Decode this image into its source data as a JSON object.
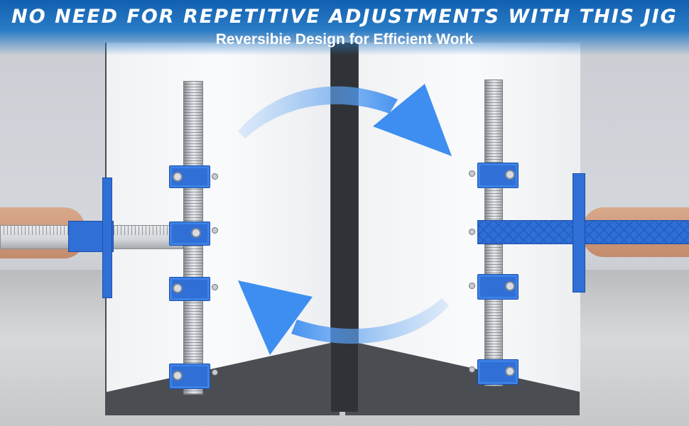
{
  "banner": {
    "headline": "NO NEED FOR REPETITIVE ADJUSTMENTS WITH THIS JIG",
    "subhead": "Reversibie Design for Efficient Work"
  },
  "colors": {
    "banner_blue": "#1160b0",
    "jig_blue": "#2f6fd6",
    "arrow_blue": "#3d8ef0"
  },
  "icons": {
    "arrow_top": "curved-arrow-right",
    "arrow_bottom": "curved-arrow-left"
  }
}
